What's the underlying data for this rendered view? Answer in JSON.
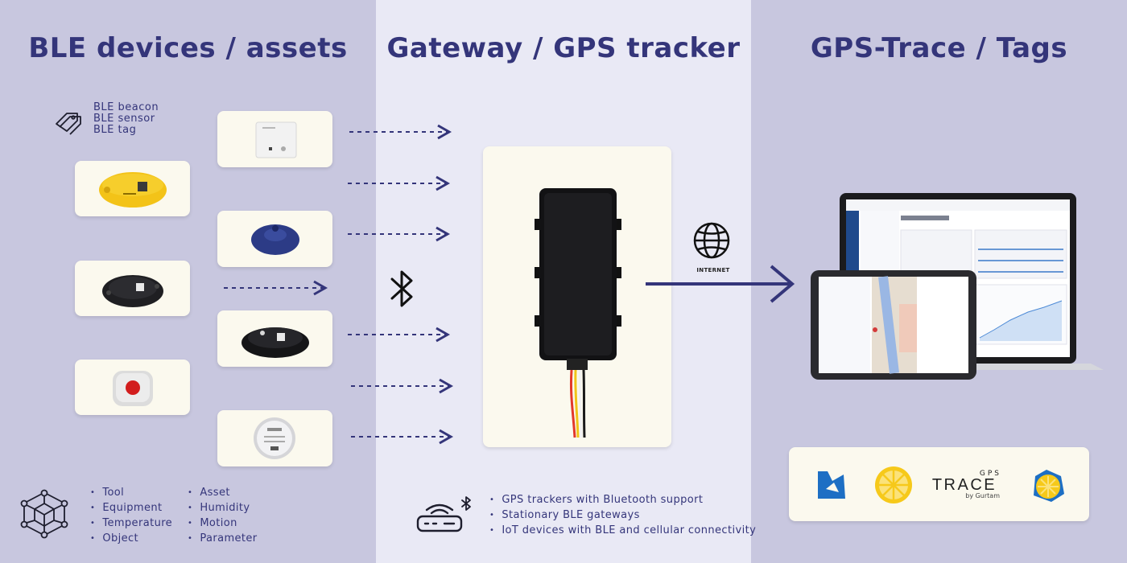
{
  "columns": {
    "left_title": "BLE devices / assets",
    "middle_title": "Gateway / GPS tracker",
    "right_title": "GPS-Trace / Tags"
  },
  "ble_types": [
    "BLE beacon",
    "BLE sensor",
    "BLE tag"
  ],
  "asset_list_col1": [
    "Tool",
    "Equipment",
    "Temperature",
    "Object"
  ],
  "asset_list_col2": [
    "Asset",
    "Humidity",
    "Motion",
    "Parameter"
  ],
  "gateway_list": [
    "GPS trackers with Bluetooth support",
    "Stationary BLE gateways",
    "IoT devices with BLE and cellular connectivity"
  ],
  "internet_label": "INTERNET",
  "logo": {
    "gps_text": "GPS",
    "trace_text": "TRACE",
    "byline": "by Gurtam"
  },
  "colors": {
    "accent": "#34357a",
    "side_bg": "#c8c7df",
    "middle_bg": "#e9e9f5",
    "card_bg": "#fbf9ee",
    "lemon_yellow": "#f6c91a",
    "logo_blue": "#1d6fc4"
  },
  "icons": [
    "tag-icon",
    "cube-network-icon",
    "bluetooth-icon",
    "router-icon",
    "globe-icon"
  ]
}
